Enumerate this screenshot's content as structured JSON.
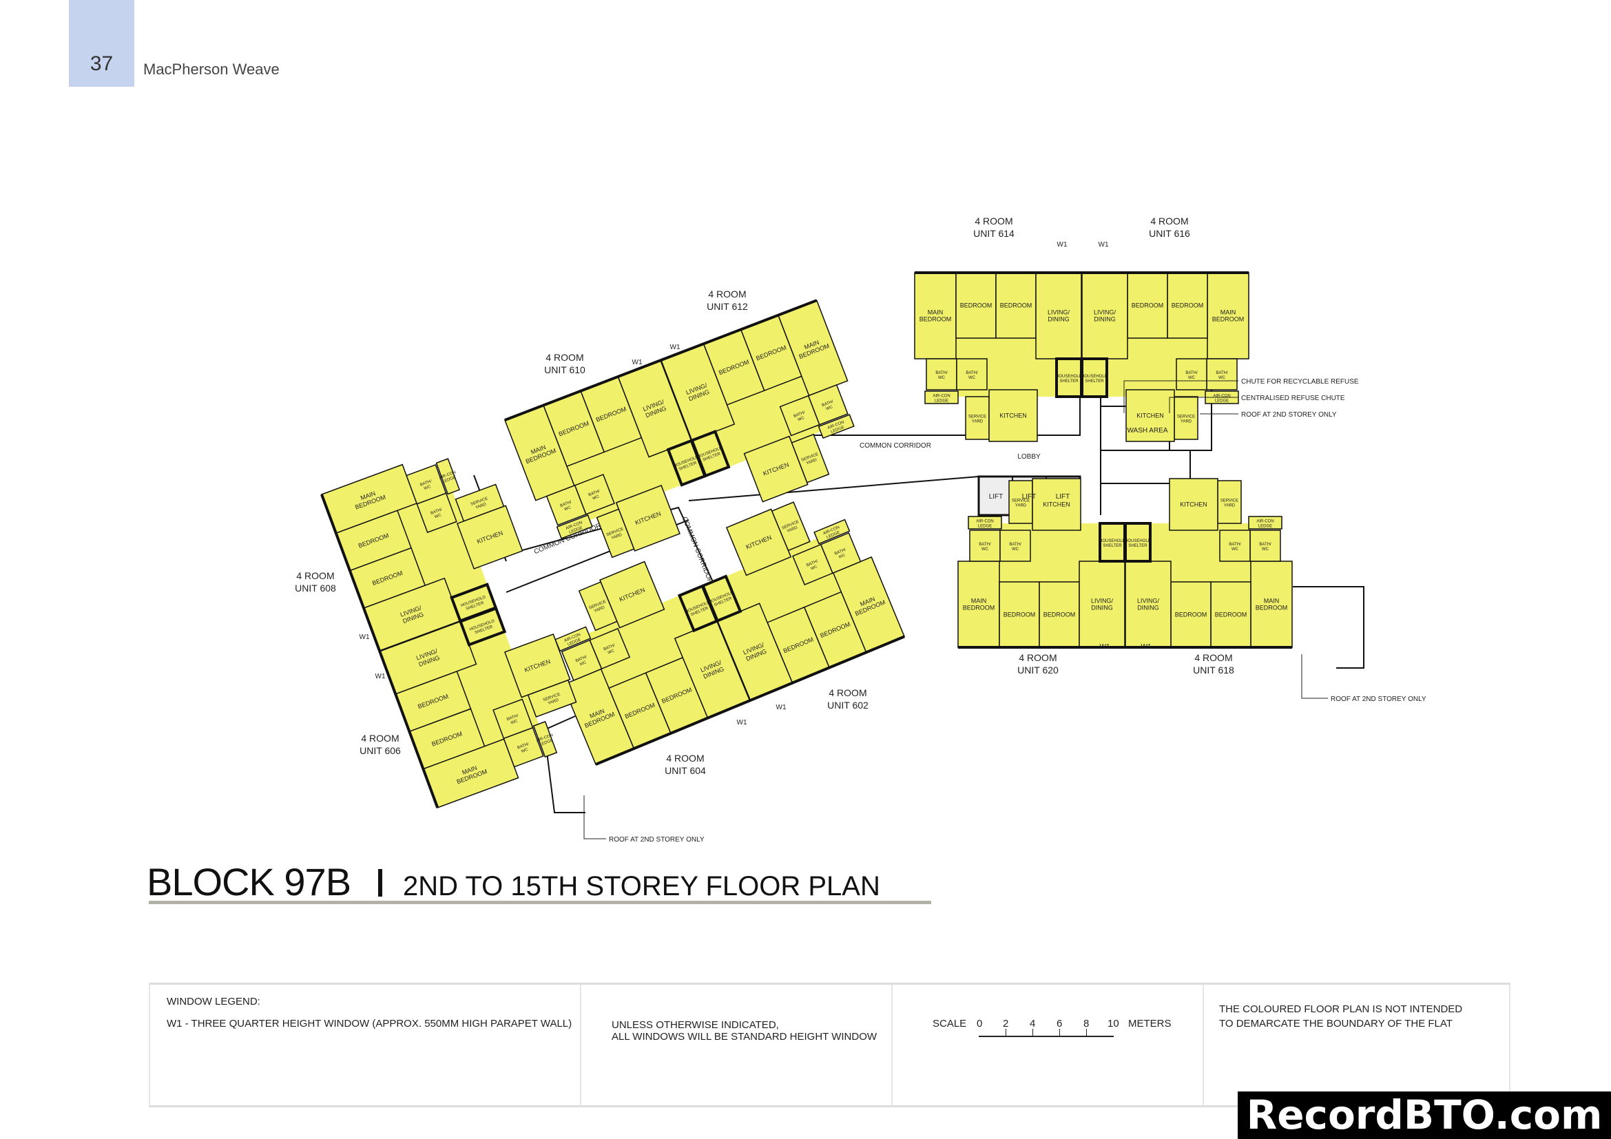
{
  "header": {
    "page_number": "37",
    "document_title": "MacPherson Weave",
    "tab_color": "#c5d3ee"
  },
  "title": {
    "block": "BLOCK 97B",
    "separator": "I",
    "subtitle": "2ND TO 15TH STOREY FLOOR PLAN"
  },
  "plan": {
    "fill_color": "#f0f06a",
    "room_labels": {
      "main_bedroom": "MAIN BEDROOM",
      "bedroom": "BEDROOM",
      "living": "LIVING/ DINING",
      "bath": "BATH/ WC",
      "kitchen": "KITCHEN",
      "service": "SERVICE YARD",
      "aircon": "AIR-CON LEDGE",
      "shelter": "HOUSEHOLD SHELTER"
    },
    "units": [
      {
        "type": "4 ROOM",
        "unit": "UNIT 614"
      },
      {
        "type": "4 ROOM",
        "unit": "UNIT 616"
      },
      {
        "type": "4 ROOM",
        "unit": "UNIT 620"
      },
      {
        "type": "4 ROOM",
        "unit": "UNIT 618"
      },
      {
        "type": "4 ROOM",
        "unit": "UNIT 610"
      },
      {
        "type": "4 ROOM",
        "unit": "UNIT 612"
      },
      {
        "type": "4 ROOM",
        "unit": "UNIT 604"
      },
      {
        "type": "4 ROOM",
        "unit": "UNIT 602"
      },
      {
        "type": "4 ROOM",
        "unit": "UNIT 608"
      },
      {
        "type": "4 ROOM",
        "unit": "UNIT 606"
      }
    ],
    "window_tag": "W1",
    "common_corridor": "COMMON CORRIDOR",
    "lobby": "LOBBY",
    "lift": "LIFT",
    "wash_area": "WASH AREA",
    "annotations": {
      "recyclable_chute": "CHUTE FOR RECYCLABLE REFUSE",
      "refuse_chute": "CENTRALISED REFUSE CHUTE",
      "roof_2nd": "ROOF AT 2ND STOREY ONLY"
    }
  },
  "legend": {
    "window_legend_heading": "WINDOW LEGEND:",
    "w1_description": "W1 -  THREE QUARTER HEIGHT WINDOW (APPROX. 550MM HIGH PARAPET WALL)",
    "standard_note_line1": "UNLESS OTHERWISE INDICATED,",
    "standard_note_line2": "ALL WINDOWS WILL BE STANDARD HEIGHT WINDOW",
    "scale_label": "SCALE",
    "scale_ticks": [
      "0",
      "2",
      "4",
      "6",
      "8",
      "10"
    ],
    "scale_unit": "METERS",
    "disclaimer_line1": "THE COLOURED FLOOR PLAN IS NOT INTENDED",
    "disclaimer_line2": "TO DEMARCATE THE BOUNDARY OF THE FLAT"
  },
  "watermark": "RecordBTO.com"
}
